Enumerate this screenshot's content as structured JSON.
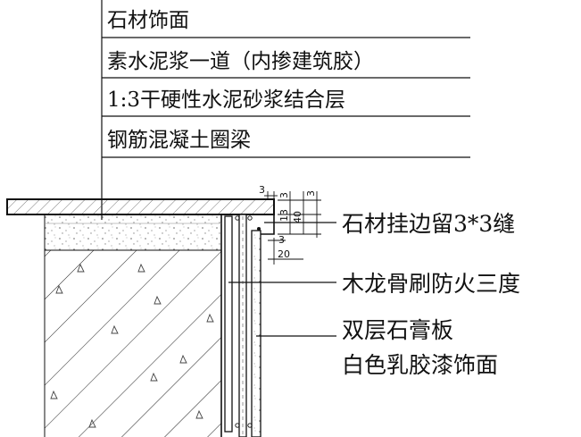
{
  "layer_callout": {
    "items": [
      "石材饰面",
      "素水泥浆一道（内掺建筑胶）",
      "1:3干硬性水泥砂浆结合层",
      "钢筋混凝土圈梁"
    ]
  },
  "side_callouts": [
    {
      "lines": [
        "石材挂边留3*3缝"
      ]
    },
    {
      "lines": [
        "木龙骨刷防火三度"
      ]
    },
    {
      "lines": [
        "双层石膏板",
        "白色乳胶漆饰面"
      ]
    }
  ],
  "dimensions": {
    "top": "3",
    "side_stack": [
      "3",
      "13",
      "40",
      "3"
    ],
    "gap": "3",
    "width": "20"
  },
  "colors": {
    "line": "#111111",
    "background": "#ffffff"
  }
}
